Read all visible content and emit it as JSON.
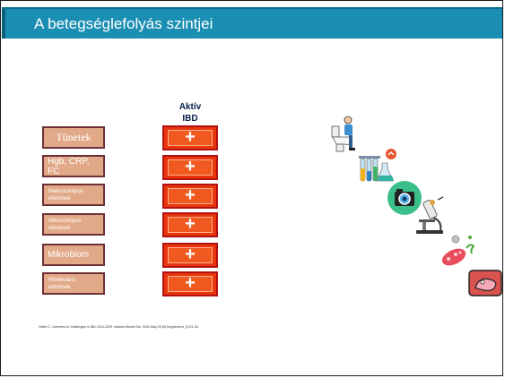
{
  "slide": {
    "title": "A betegséglefolyás szintjei",
    "column_header_line1": "Aktív",
    "column_header_line2": "IBD",
    "rows": [
      {
        "label": "Tünetek",
        "value": "+"
      },
      {
        "label": "Hgb, CRP, FC",
        "value": "+"
      },
      {
        "label_line1": "Makroszkópos",
        "label_line2": "eltérések",
        "value": "+"
      },
      {
        "label_line1": "Mikroszkópos",
        "label_line2": "eltérések",
        "value": "+"
      },
      {
        "label": "Mikrobiom",
        "value": "+"
      },
      {
        "label_line1": "Molekuláris",
        "label_line2": "eltérések",
        "value": "+"
      }
    ],
    "citation": "Heller C. Overview to Challenges in IBD 2024-2029. Inflamm Bowel Dis. 2024 May 23;30(Supplement_2):S1-S4."
  },
  "icons": [
    "toilet-person-icon",
    "lab-tubes-icon",
    "endoscopy-camera-icon",
    "microscope-icon",
    "bacteria-icon",
    "dna-gel-icon"
  ],
  "colors": {
    "title_bar": "#1b8fb3",
    "label_box": "#e2a988",
    "label_border": "#6d3036",
    "plus_box": "#e8350c",
    "header_text": "#0b1f4a"
  }
}
